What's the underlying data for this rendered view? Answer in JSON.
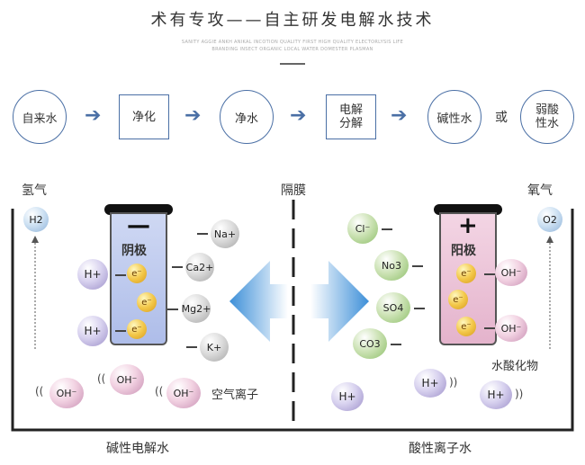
{
  "title": "术有专攻——自主研发电解水技术",
  "subtitle_lines": [
    "SANITY AGGIE ANKH ANIKAL INCOTION QUALITY FIRST HIGH QUALITY ELECTORLYSIS LIFE",
    "BRANDING INSECT ORGANIC LOCAL WATER DOMESTER PLASMAN"
  ],
  "flow": {
    "tap_water": "自来水",
    "purify": "净化",
    "clean_water": "净水",
    "electrolysis": "电解分解",
    "alkaline_water": "碱性水",
    "or": "或",
    "weak_acid_water": "弱酸性水"
  },
  "labels": {
    "hydrogen": "氢气",
    "oxygen": "氧气",
    "membrane": "隔膜",
    "cathode": "阴极",
    "anode": "阳极",
    "cathode_sign": "—",
    "anode_sign": "+",
    "air_ions": "空气离子",
    "hydroxide": "水酸化物",
    "alkaline_electrolyzed_water": "碱性电解水",
    "acidic_ionized_water": "酸性离子水"
  },
  "ions": {
    "h2": "H2",
    "o2": "O2",
    "h_plus": "H+",
    "oh_minus": "OH⁻",
    "electron": "e⁻",
    "na": "Na+",
    "ca": "Ca2+",
    "mg": "Mg2+",
    "k": "K+",
    "cl": "Cl⁻",
    "no3": "No3",
    "so4": "SO4",
    "co3": "CO3",
    "wave_left": "((",
    "wave_right": "))"
  },
  "colors": {
    "accent": "#4a6fa5",
    "arrow_blue": "#6aa9e0"
  }
}
